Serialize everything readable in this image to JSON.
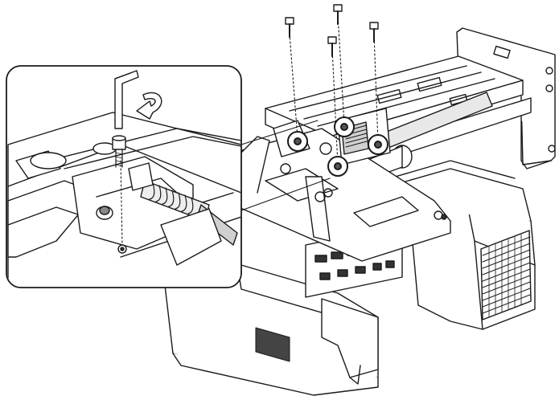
{
  "figure": {
    "kind": "installation-illustration",
    "subject": "projector-wall-mount-bracket",
    "screw_count": 4,
    "inset_tool": "hex-key",
    "inset_action": "rotate-clockwise",
    "colors": {
      "stroke": "#1a1a1a",
      "fill": "#ffffff",
      "shade": "#d8d8d8",
      "dark": "#555555"
    }
  }
}
